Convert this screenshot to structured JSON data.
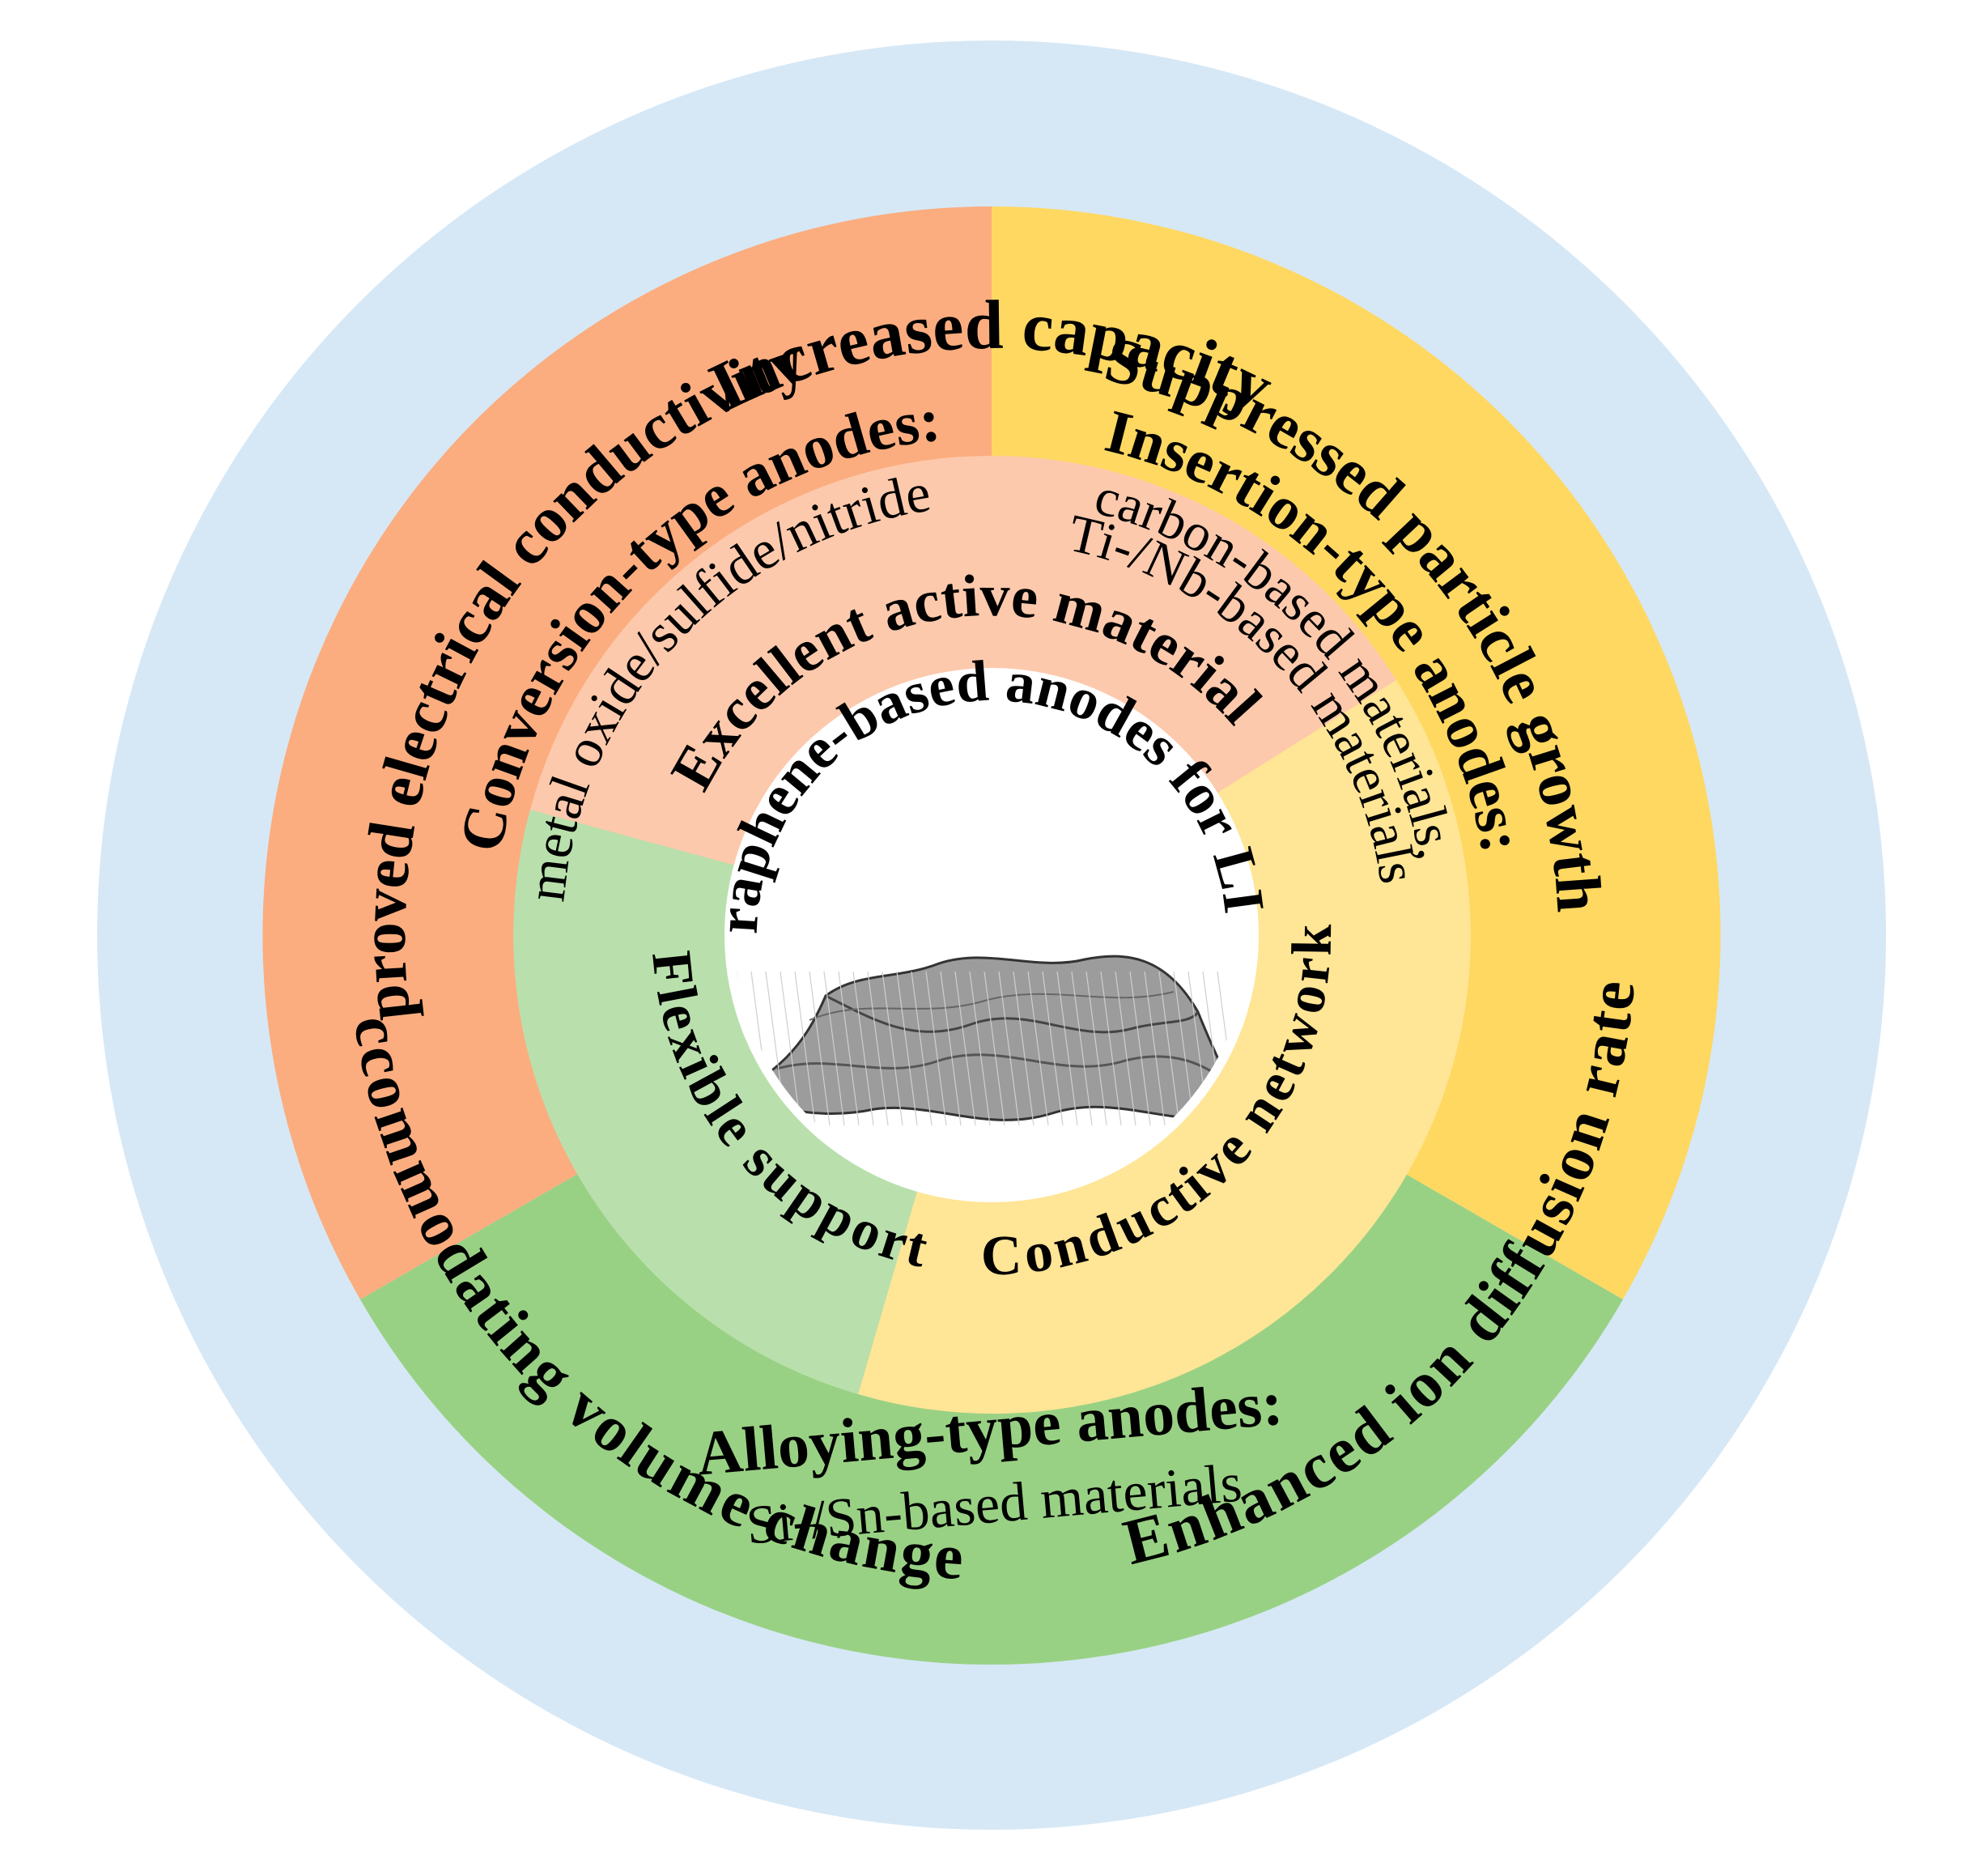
{
  "center": {
    "title": "Graphene-based anodes for LICs",
    "image": "graphene-mesh-sheet"
  },
  "outer_ring": {
    "color": "#d6e8f6",
    "labels": {
      "top": "Increased capacity",
      "upper_left": "Improved electrical conductivity",
      "upper_right": "Suppressed particle growth",
      "lower_left": "Accommodating volume change",
      "lower_right": "Enhanced ion diffusion rate"
    }
  },
  "middle_ring": {
    "conversion": {
      "title": "Conversion-type anodes:",
      "materials": "metal oxide/sulfide/nitride",
      "color": "#fbad7f"
    },
    "insertion": {
      "title": "Insertion-type anodes:",
      "line1": "carbon-based materials,",
      "line2": "Ti-/Nb-based materials",
      "color": "#ffd862"
    },
    "alloying": {
      "title": "Alloying-type anodes:",
      "materials": "Si-/Sn-based materials",
      "color": "#99d184"
    }
  },
  "inner_ring": {
    "active_material": {
      "label": "Excellent active material",
      "color": "#fdc9ac"
    },
    "conductive_network": {
      "label": "Conductive network",
      "color": "#ffe596"
    },
    "flexible_support": {
      "label": "Flexible support",
      "color": "#b9e0ac"
    }
  }
}
